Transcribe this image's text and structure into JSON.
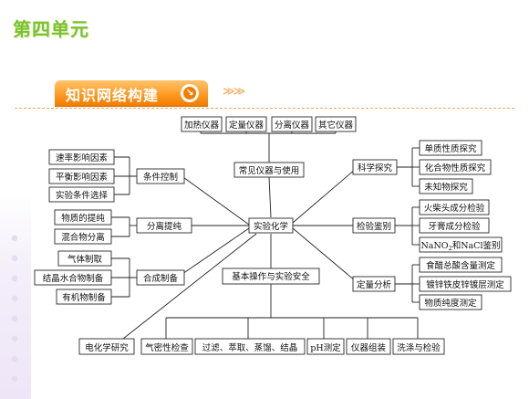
{
  "header": {
    "unit_title": "第四单元",
    "banner_title": "知识网络构建",
    "banner_arrows": "≫≫"
  },
  "diagram": {
    "center": "实验化学",
    "nodes": {
      "heating": "加热仪器",
      "measuring": "定量仪器",
      "separating": "分离仪器",
      "other_instruments": "其它仪器",
      "common_instruments": "常见仪器与使用",
      "rate_factors": "速率影响因素",
      "equilibrium_factors": "平衡影响因素",
      "condition_selection": "实验条件选择",
      "condition_control": "条件控制",
      "substance_purification": "物质的提纯",
      "mixture_separation": "混合物分离",
      "separation_purification": "分离提纯",
      "gas_preparation": "气体制取",
      "hydrate_preparation": "结晶水合物制备",
      "organic_preparation": "有机物制备",
      "synthesis_preparation": "合成制备",
      "scientific_inquiry": "科学探究",
      "element_property": "单质性质探究",
      "compound_property": "化合物性质探究",
      "unknown_inquiry": "未知物探究",
      "test_identification": "检验鉴别",
      "match_head": "火柴头成分检验",
      "toothpaste": "牙膏成分检验",
      "nitrite_prefix": "NaNO",
      "nitrite_sub": "2",
      "nitrite_suffix": "和NaCl鉴别",
      "quantitative_analysis": "定量分析",
      "vinegar": "食醋总酸含量测定",
      "galvanized": "镀锌铁皮锌镀层测定",
      "purity": "物质纯度测定",
      "basic_operations": "基本操作与实验安全",
      "electrochemistry": "电化学研究",
      "airtightness": "气密性检查",
      "filtration": "过滤、萃取、蒸馏、结晶",
      "ph_measure": "pH测定",
      "assembly": "仪器组装",
      "washing": "洗涤与检验"
    }
  }
}
